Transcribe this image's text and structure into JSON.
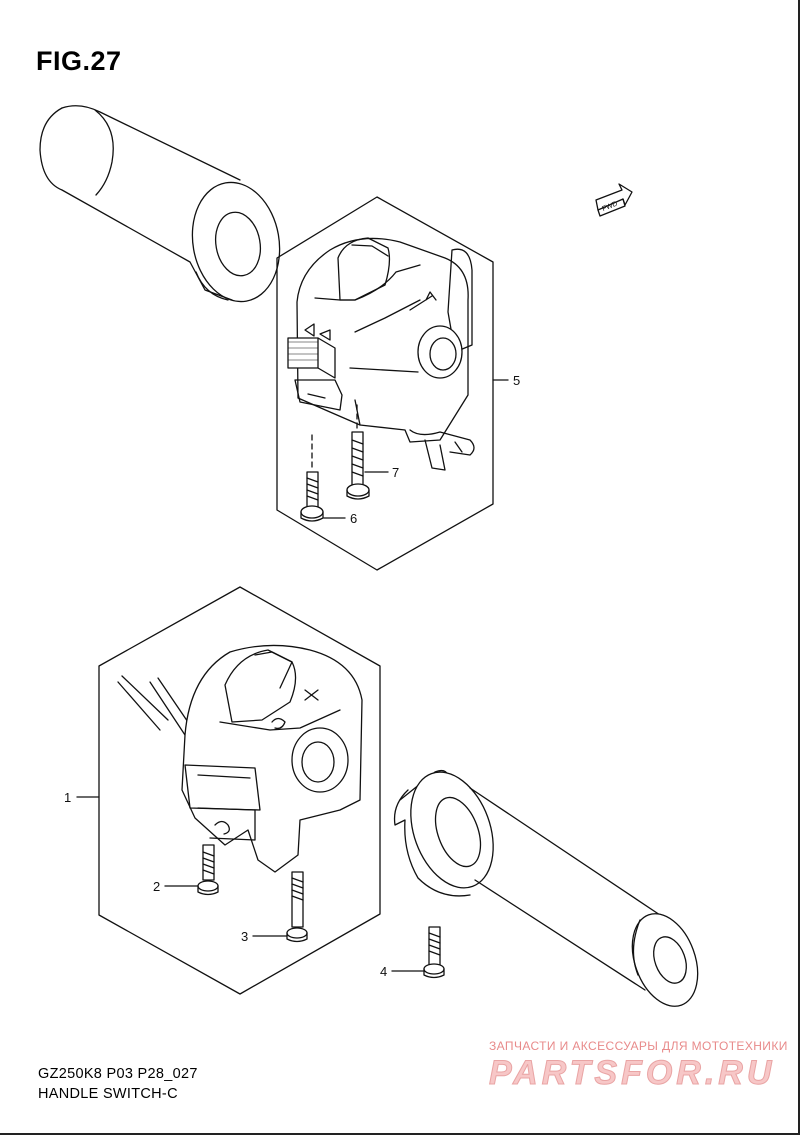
{
  "figure": {
    "title": "FIG.27",
    "code": "GZ250K8 P03 P28_027",
    "name": "HANDLE SWITCH-C"
  },
  "direction_mark": "FWD",
  "callouts": {
    "p1": "1",
    "p2": "2",
    "p3": "3",
    "p4": "4",
    "p5": "5",
    "p6": "6",
    "p7": "7"
  },
  "watermark": {
    "tagline": "ЗАПЧАСТИ И АКСЕССУАРЫ ДЛЯ МОТОТЕХНИКИ",
    "logo": "PARTSFOR.RU"
  }
}
